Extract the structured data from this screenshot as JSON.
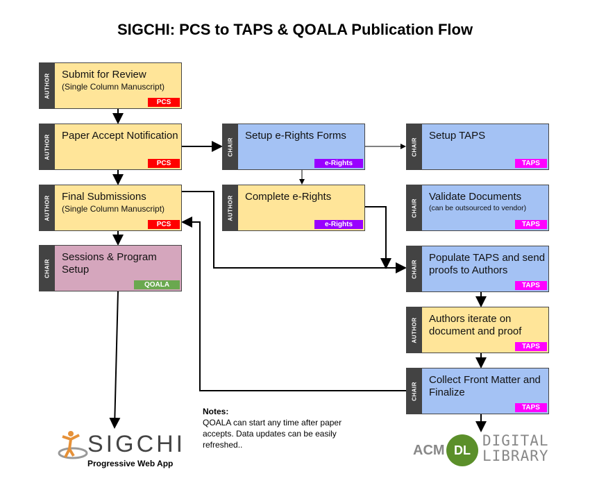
{
  "title": "SIGCHI: PCS to TAPS & QOALA Publication Flow",
  "colors": {
    "author_box": "#ffe599",
    "chair_box": "#a4c2f4",
    "qoala_box": "#d5a6bd",
    "pcs": "#ff0000",
    "erights": "#9900ff",
    "taps": "#ff00ff",
    "qoala": "#6aa84f"
  },
  "boxes": [
    {
      "role": "AUTHOR",
      "title": "Submit for Review",
      "sub": "(Single Column Manuscript)",
      "tag": "PCS"
    },
    {
      "role": "AUTHOR",
      "title": "Paper Accept Notification",
      "sub": "",
      "tag": "PCS"
    },
    {
      "role": "AUTHOR",
      "title": "Final Submissions",
      "sub": "(Single Column Manuscript)",
      "tag": "PCS"
    },
    {
      "role": "CHAIR",
      "title": "Sessions & Program Setup",
      "sub": "",
      "tag": "QOALA"
    },
    {
      "role": "CHAIR",
      "title": "Setup e-Rights Forms",
      "sub": "",
      "tag": "e-Rights"
    },
    {
      "role": "AUTHOR",
      "title": "Complete e-Rights",
      "sub": "",
      "tag": "e-Rights"
    },
    {
      "role": "CHAIR",
      "title": "Setup TAPS",
      "sub": "",
      "tag": "TAPS"
    },
    {
      "role": "CHAIR",
      "title": "Validate Documents",
      "sub": "(can be outsourced to vendor)",
      "tag": "TAPS"
    },
    {
      "role": "CHAIR",
      "title": "Populate TAPS and send proofs to Authors",
      "sub": "",
      "tag": "TAPS"
    },
    {
      "role": "AUTHOR",
      "title": "Authors iterate on document and proof",
      "sub": "",
      "tag": "TAPS"
    },
    {
      "role": "CHAIR",
      "title": "Collect Front Matter and Finalize",
      "sub": "",
      "tag": "TAPS"
    }
  ],
  "notes": {
    "heading": "Notes:",
    "text": "QOALA can start any time after paper accepts. Data updates can be easily refreshed.."
  },
  "sigchi_logo": {
    "text": "SIGCHI",
    "caption": "Progressive Web App"
  },
  "acm_logo": {
    "acm": "ACM",
    "dl": "DL",
    "line1": "DIGITAL",
    "line2": "LIBRARY"
  }
}
